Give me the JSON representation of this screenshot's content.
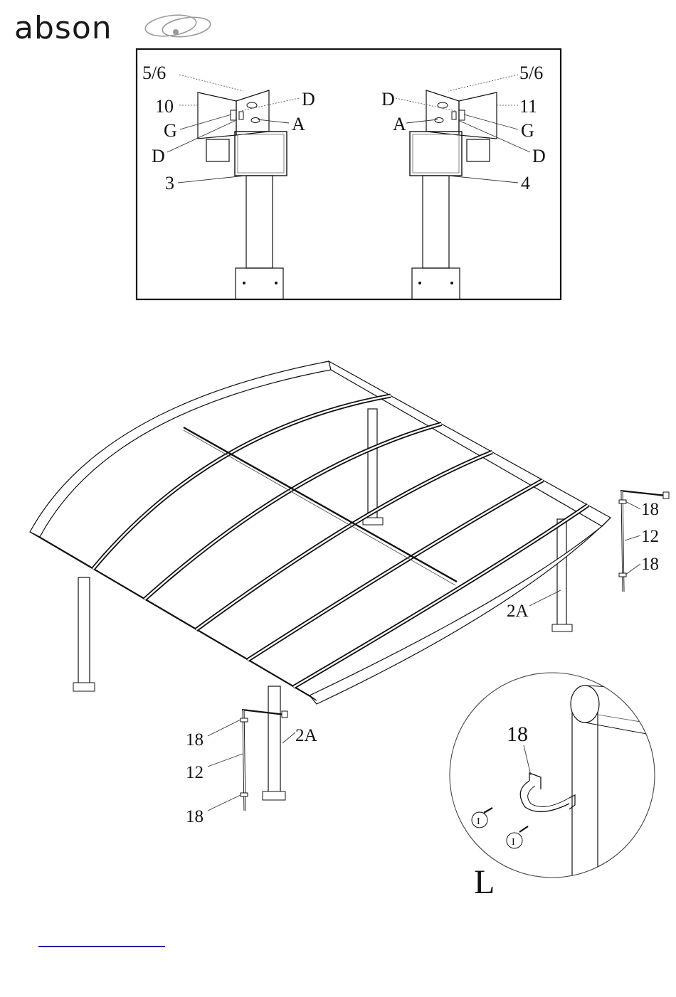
{
  "brand": {
    "name": "abson"
  },
  "detail_top": {
    "left_labels": {
      "part_56": "5/6",
      "part_10": "10",
      "bolt_g": "G",
      "nut_d_upper": "D",
      "nut_a": "A",
      "nut_d_lower": "D",
      "part_3": "3"
    },
    "right_labels": {
      "part_56": "5/6",
      "part_11": "11",
      "bolt_g": "G",
      "nut_d_upper": "D",
      "nut_a": "A",
      "nut_d_lower": "D",
      "part_4": "4"
    }
  },
  "main_assembly": {
    "labels": {
      "post_2a_right": "2A",
      "post_2a_front": "2A",
      "clip_18_r_top": "18",
      "pipe_12_r": "12",
      "clip_18_r_bottom": "18",
      "clip_18_l_top": "18",
      "pipe_12_l": "12",
      "clip_18_l_bottom": "18"
    }
  },
  "zoom_detail": {
    "part_label": "18",
    "screw_label_1": "I",
    "screw_label_2": "I",
    "step_letter": "L"
  },
  "colors": {
    "line": "#111111",
    "link": "#1a1aa6"
  }
}
